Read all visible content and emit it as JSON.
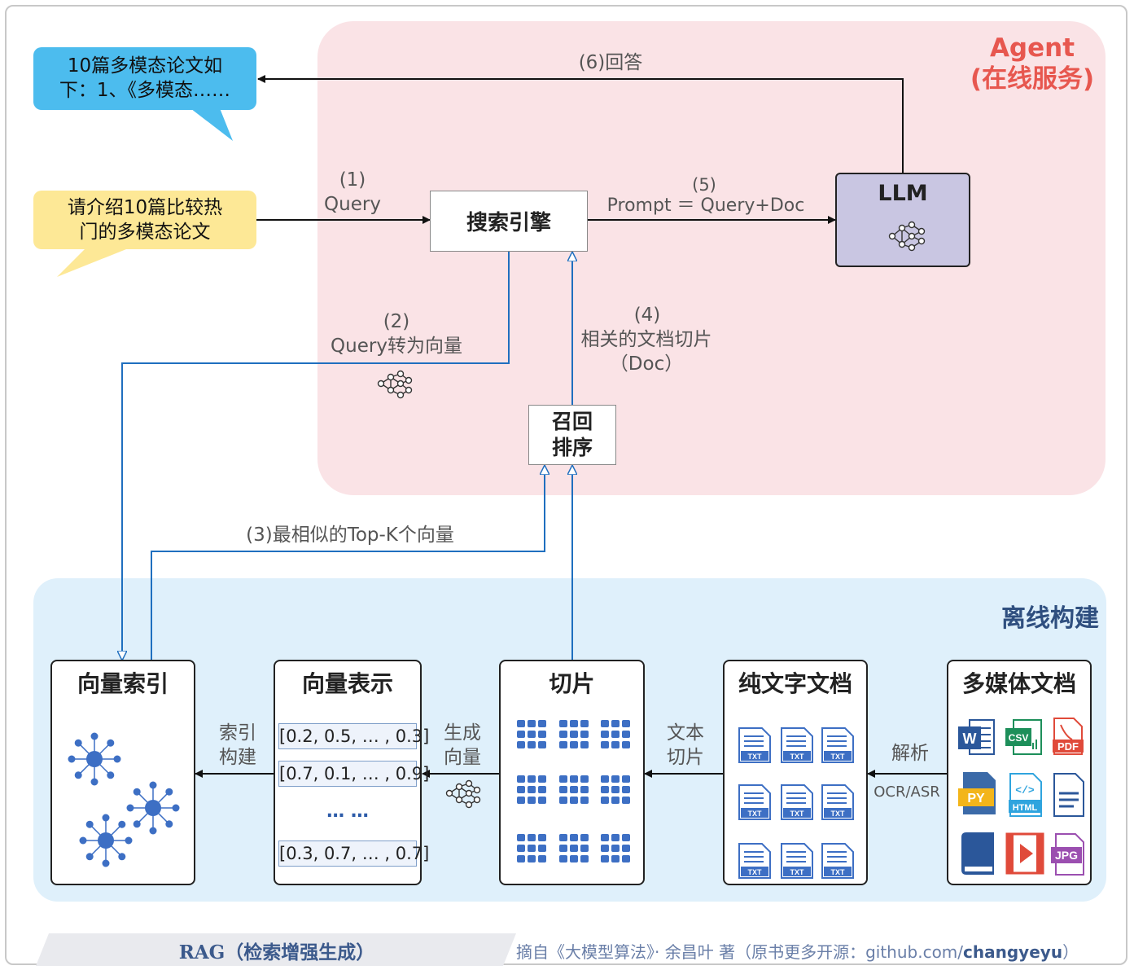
{
  "agent_region": {
    "title_line1": "Agent",
    "title_line2": "(在线服务)"
  },
  "offline_region": {
    "title": "离线构建"
  },
  "answer_bubble": {
    "line1": "10篇多模态论文如",
    "line2": "下：1、《多模态……"
  },
  "question_bubble": {
    "line1": "请介绍10篇比较热",
    "line2": "门的多模态论文"
  },
  "nodes": {
    "search_engine": "搜索引擎",
    "llm": "LLM",
    "recall_line1": "召回",
    "recall_line2": "排序"
  },
  "edges": {
    "step1_num": "(1)",
    "step1_text": "Query",
    "step2_num": "(2)",
    "step2_text": "Query转为向量",
    "step3": "(3)最相似的Top-K个向量",
    "step4_num": "(4)",
    "step4_line1": "相关的文档切片",
    "step4_line2": "（Doc）",
    "step5_num": "(5)",
    "step5_text": "Prompt ＝ Query+Doc",
    "step6": "(6)回答",
    "index_build_line1": "索引",
    "index_build_line2": "构建",
    "gen_vec_line1": "生成",
    "gen_vec_line2": "向量",
    "text_slice_line1": "文本",
    "text_slice_line2": "切片",
    "parse_line1": "解析",
    "parse_line2": "OCR/ASR"
  },
  "panels": {
    "vector_index": "向量索引",
    "vector_repr": "向量表示",
    "slices": "切片",
    "plain_docs": "纯文字文档",
    "media_docs": "多媒体文档"
  },
  "vectors": [
    "[0.2, 0.5, … , 0.3]",
    "[0.7, 0.1, … , 0.9]",
    "… …",
    "[0.3, 0.7, … , 0.7]"
  ],
  "txt_icon_label": "TXT",
  "media_icons": {
    "word": "W",
    "csv": "CSV",
    "pdf": "PDF",
    "py": "PY",
    "html_code": "</>",
    "html": "HTML",
    "jpg": "JPG"
  },
  "footer": {
    "left": "RAG（检索增强生成）",
    "right_prefix": "摘自《大模型算法》· 余昌叶 著（原书更多开源：github.com/",
    "right_handle": "changyeyu",
    "right_suffix": "）"
  },
  "colors": {
    "agent_bg": "#fae3e6",
    "offline_bg": "#dff0fb",
    "blue_arrow": "#1f6fbf",
    "answer_bubble": "#4cbcee",
    "question_bubble": "#fde896",
    "llm_bg": "#c9c6e2"
  }
}
